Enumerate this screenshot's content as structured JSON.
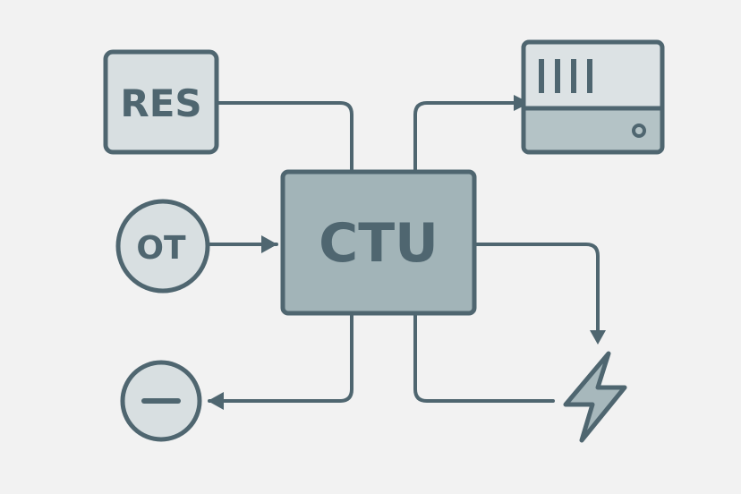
{
  "diagram": {
    "nodes": {
      "res": {
        "label": "RES"
      },
      "ot": {
        "label": "OT"
      },
      "ctu": {
        "label": "CTU"
      },
      "minus": {
        "icon": "minus-circle-icon"
      },
      "server": {
        "icon": "server-rack-icon"
      },
      "lightning": {
        "icon": "lightning-bolt-icon"
      }
    },
    "colors": {
      "background": "#f2f2f2",
      "stroke": "#4f6670",
      "ctu_fill": "#a2b4b8",
      "light_fill": "#d8dfe1",
      "server_top_fill": "#dce2e4",
      "server_bottom_fill": "#b4c3c6",
      "bolt_fill": "#a7b8bc"
    }
  }
}
